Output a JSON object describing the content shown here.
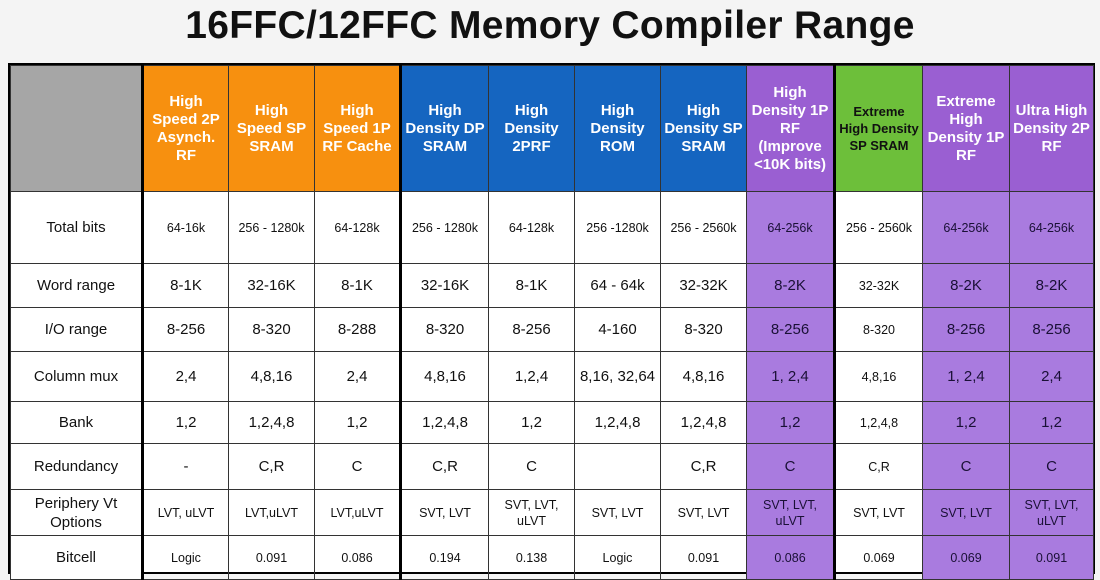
{
  "title": "16FFC/12FFC Memory Compiler Range",
  "columns": [
    {
      "label": "High Speed 2P Asynch. RF",
      "color": "orange"
    },
    {
      "label": "High Speed SP SRAM",
      "color": "orange"
    },
    {
      "label": "High Speed 1P RF Cache",
      "color": "orange"
    },
    {
      "label": "High Density DP SRAM",
      "color": "blue"
    },
    {
      "label": "High Density 2PRF",
      "color": "blue"
    },
    {
      "label": "High Density ROM",
      "color": "blue"
    },
    {
      "label": "High Density SP SRAM",
      "color": "blue"
    },
    {
      "label": "High Density 1P RF (Improve <10K bits)",
      "color": "purple"
    },
    {
      "label": "Extreme High Density SP SRAM",
      "color": "green"
    },
    {
      "label": "Extreme High Density 1P RF",
      "color": "purple"
    },
    {
      "label": "Ultra High Density 2P RF",
      "color": "purple"
    }
  ],
  "rows": [
    {
      "label": "Total bits",
      "cells": [
        "64-16k",
        "256 - 1280k",
        "64-128k",
        "256 - 1280k",
        "64-128k",
        "256 -1280k",
        "256 - 2560k",
        "64-256k",
        "256 - 2560k",
        "64-256k",
        "64-256k"
      ]
    },
    {
      "label": "Word range",
      "cells": [
        "8-1K",
        "32-16K",
        "8-1K",
        "32-16K",
        "8-1K",
        "64 - 64k",
        "32-32K",
        "8-2K",
        "32-32K",
        "8-2K",
        "8-2K"
      ]
    },
    {
      "label": "I/O range",
      "cells": [
        "8-256",
        "8-320",
        "8-288",
        "8-320",
        "8-256",
        "4-160",
        "8-320",
        "8-256",
        "8-320",
        "8-256",
        "8-256"
      ]
    },
    {
      "label": "Column mux",
      "cells": [
        "2,4",
        "4,8,16",
        "2,4",
        "4,8,16",
        "1,2,4",
        "8,16, 32,64",
        "4,8,16",
        "1, 2,4",
        "4,8,16",
        "1, 2,4",
        "2,4"
      ]
    },
    {
      "label": "Bank",
      "cells": [
        "1,2",
        "1,2,4,8",
        "1,2",
        "1,2,4,8",
        "1,2",
        "1,2,4,8",
        "1,2,4,8",
        "1,2",
        "1,2,4,8",
        "1,2",
        "1,2"
      ]
    },
    {
      "label": "Redundancy",
      "cells": [
        "-",
        "C,R",
        "C",
        "C,R",
        "C",
        "",
        "C,R",
        "C",
        "C,R",
        "C",
        "C"
      ]
    },
    {
      "label": "Periphery Vt Options",
      "cells": [
        "LVT, uLVT",
        "LVT,uLVT",
        "LVT,uLVT",
        "SVT, LVT",
        "SVT, LVT, uLVT",
        "SVT, LVT",
        "SVT, LVT",
        "SVT, LVT, uLVT",
        "SVT, LVT",
        "SVT, LVT",
        "SVT, LVT, uLVT"
      ]
    },
    {
      "label": "Bitcell",
      "cells": [
        "Logic",
        "0.091",
        "0.086",
        "0.194",
        "0.138",
        "Logic",
        "0.091",
        "0.086",
        "0.069",
        "0.069",
        "0.091"
      ]
    }
  ]
}
